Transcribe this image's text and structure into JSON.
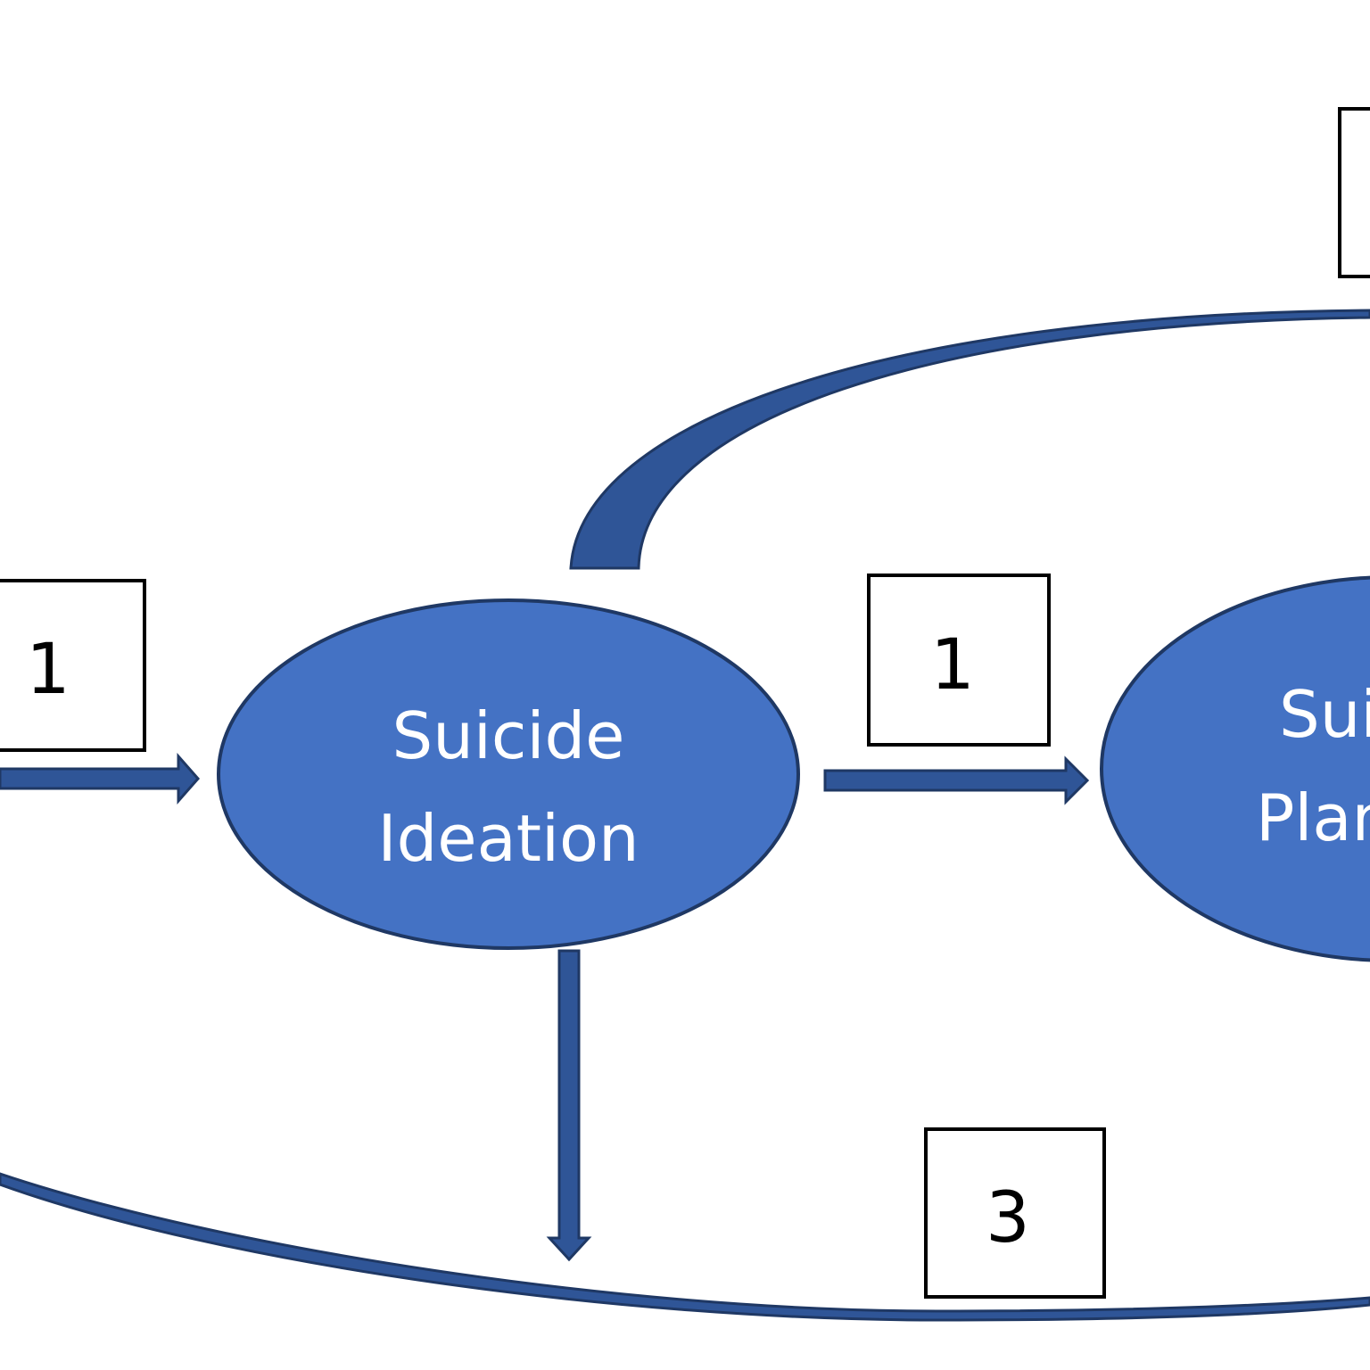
{
  "colors": {
    "node_fill": "#4472C4",
    "node_stroke": "#1F3864",
    "arrow_fill": "#2F5597",
    "arrow_stroke": "#1F3864",
    "box_stroke": "#000000",
    "background": "#ffffff"
  },
  "nodes": {
    "ideation": {
      "line1": "Suicide",
      "line2": "Ideation"
    },
    "plan": {
      "line1": "Suicide",
      "line2": "Plan"
    }
  },
  "labels": {
    "left_box": "1",
    "middle_box": "1",
    "bottom_box": "3",
    "top_right_box": ""
  }
}
